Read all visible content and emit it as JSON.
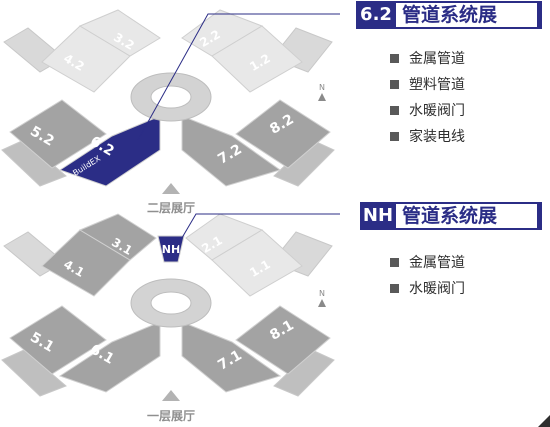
{
  "halls": [
    {
      "code": "6.2",
      "title": "管道系统展",
      "items": [
        "金属管道",
        "塑料管道",
        "水暖阀门",
        "家装电线"
      ]
    },
    {
      "code": "NH",
      "title": "管道系统展",
      "items": [
        "金属管道",
        "水暖阀门"
      ]
    }
  ],
  "floors": [
    {
      "label": "二层展厅",
      "compass": "N",
      "highlight": "6.2",
      "booths": [
        {
          "num": "3.2"
        },
        {
          "num": "4.2"
        },
        {
          "num": "2.2"
        },
        {
          "num": "1.2"
        },
        {
          "num": "5.2"
        },
        {
          "num": "6.2",
          "brand": "BuildEX"
        },
        {
          "num": "7.2"
        },
        {
          "num": "8.2"
        }
      ]
    },
    {
      "label": "一层展厅",
      "compass": "N",
      "highlight": "NH",
      "booths": [
        {
          "num": "3.1"
        },
        {
          "num": "4.1"
        },
        {
          "num": "2.1"
        },
        {
          "num": "1.1"
        },
        {
          "num": "5.1"
        },
        {
          "num": "6.1"
        },
        {
          "num": "7.1"
        },
        {
          "num": "8.1"
        },
        {
          "num": "NH"
        }
      ]
    }
  ],
  "colors": {
    "accent": "#2b2d86",
    "booth_gray": "#9a9a9a",
    "booth_light": "#dcdcdc",
    "outline": "#c8c8c8",
    "text": "#2e2e2e"
  }
}
